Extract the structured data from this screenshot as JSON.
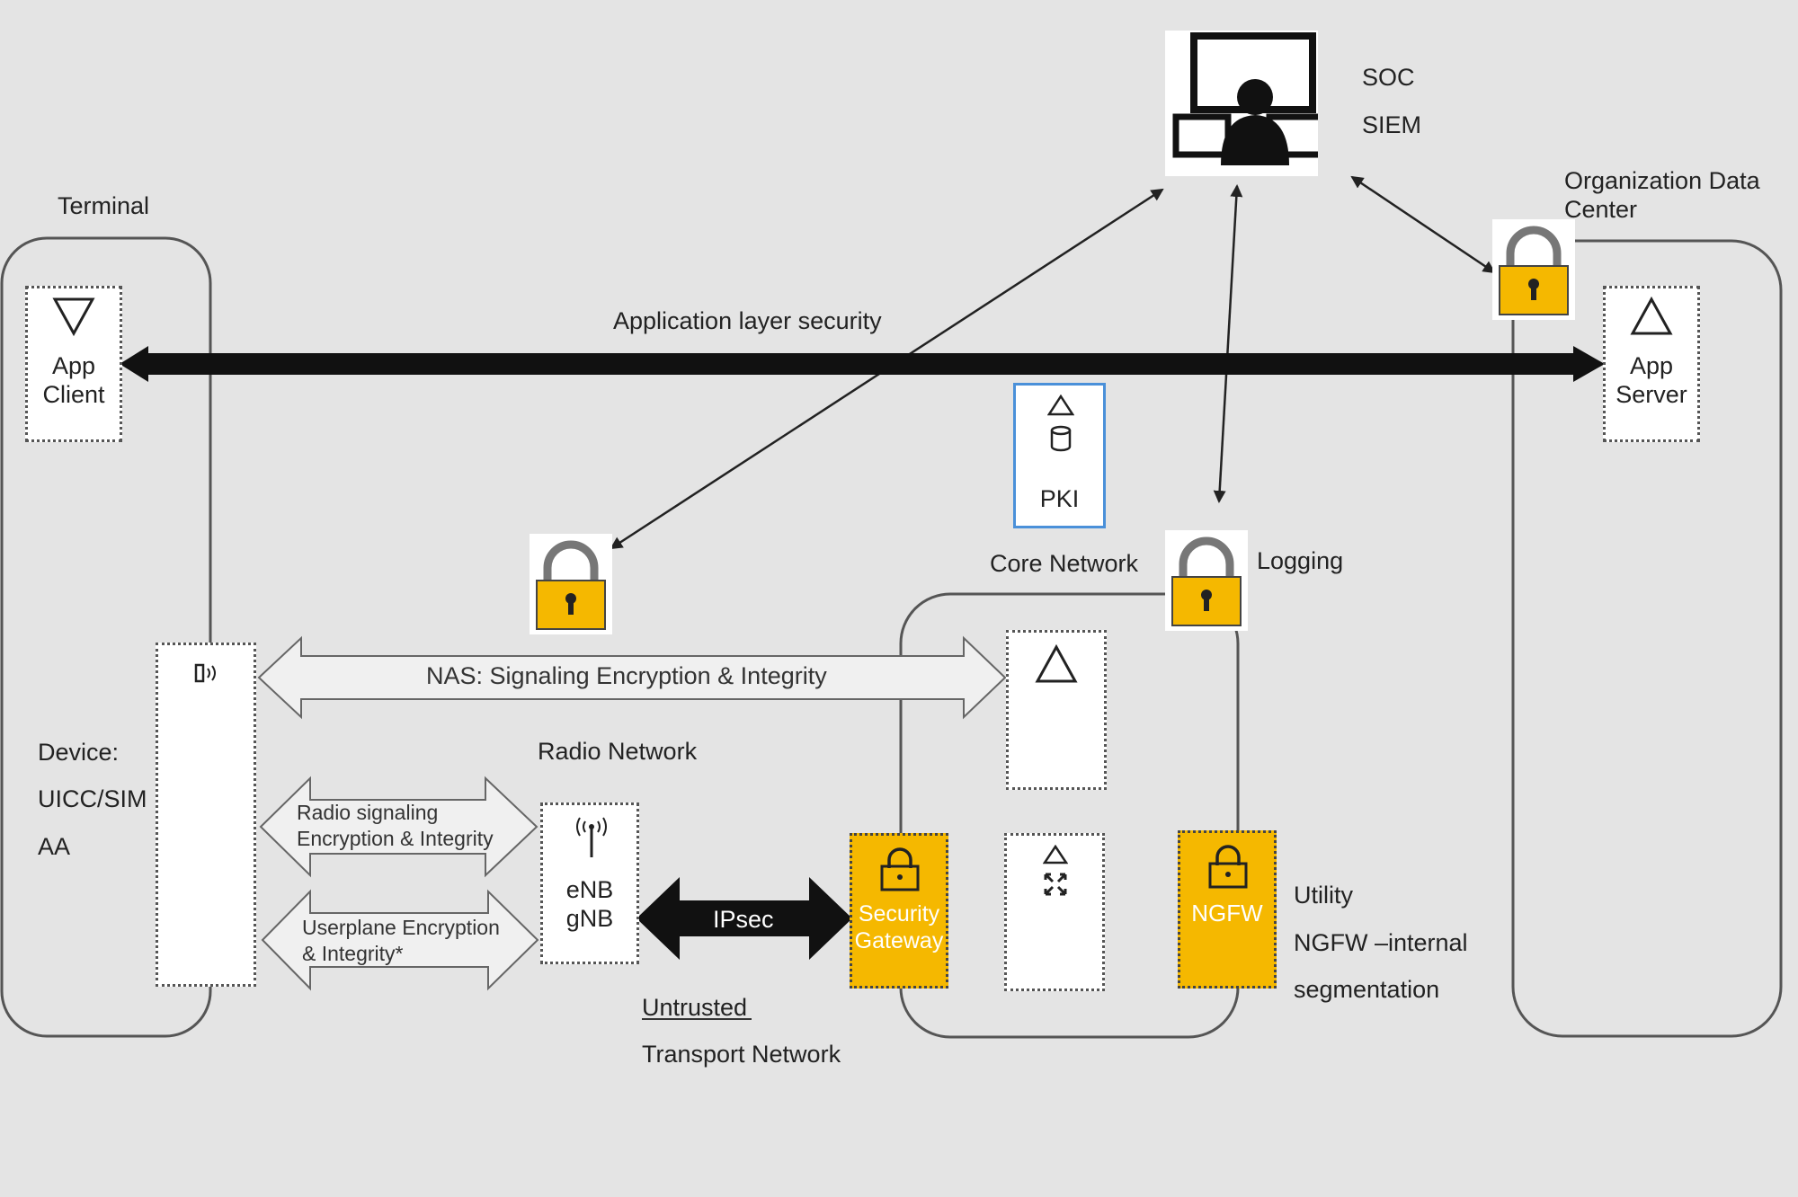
{
  "soc": {
    "line1": "SOC",
    "line2": "SIEM"
  },
  "terminal_label": "Terminal",
  "org_dc_label": {
    "line1": "Organization Data",
    "line2": "Center"
  },
  "app_layer_label": "Application layer security",
  "app_client": {
    "line1": "App",
    "line2": "Client"
  },
  "app_server": {
    "line1": "App",
    "line2": "Server"
  },
  "pki_label": "PKI",
  "core_network_label": "Core Network",
  "logging_label": "Logging",
  "nas_label": "NAS: Signaling Encryption & Integrity",
  "device_labels": {
    "line1": "Device:",
    "line2": "UICC/SIM",
    "line3": "AA"
  },
  "radio_network_label": "Radio Network",
  "radio_signaling_label": {
    "line1": "Radio signaling",
    "line2": "Encryption & Integrity"
  },
  "userplane_label": {
    "line1": "Userplane Encryption",
    "line2": "& Integrity*"
  },
  "enb_label": {
    "line1": "eNB",
    "line2": "gNB"
  },
  "ipsec_label": "IPsec",
  "security_gateway_label": {
    "line1": "Security",
    "line2": "Gateway"
  },
  "ngfw_label": "NGFW",
  "utility_labels": {
    "line1": "Utility",
    "line2": "NGFW –internal",
    "line3": "segmentation"
  },
  "transport_labels": {
    "line1": "Untrusted",
    "line2": "Transport Network"
  },
  "colors": {
    "lock_yellow": "#f5b800",
    "pki_border": "#4a90d9",
    "background": "#e4e4e4"
  }
}
